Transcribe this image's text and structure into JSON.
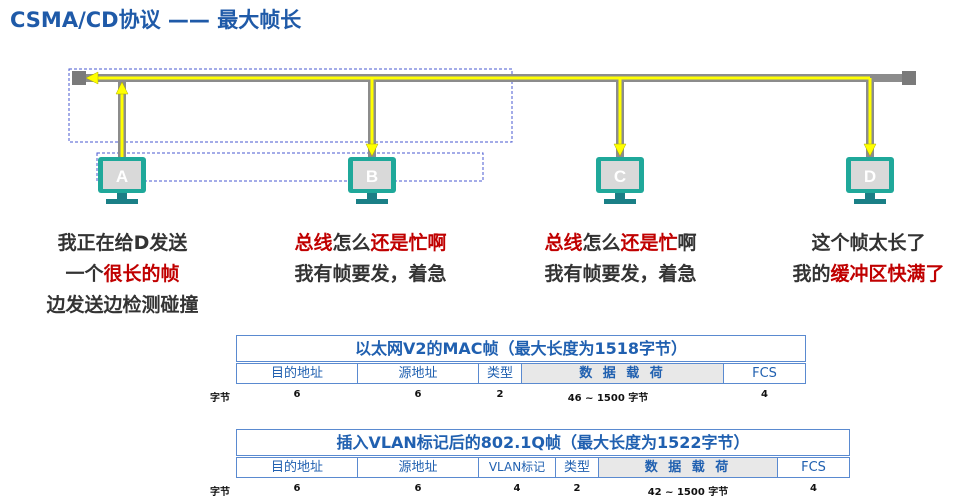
{
  "title": "CSMA/CD协议 —— 最大帧长",
  "stations": [
    {
      "label": "A"
    },
    {
      "label": "B"
    },
    {
      "label": "C"
    },
    {
      "label": "D"
    }
  ],
  "captions": {
    "a": {
      "l1": "我正在给D发送",
      "l2a": "一个",
      "l2b": "很长的帧",
      "l3": "边发送边检测碰撞"
    },
    "b": {
      "l1a": "总线",
      "l1b": "怎么",
      "l1c": "还是忙啊",
      "l2": "我有帧要发，着急"
    },
    "c": {
      "l1a": "总线",
      "l1b": "怎么",
      "l1c": "还是忙",
      "l1d": "啊",
      "l2": "我有帧要发，着急"
    },
    "d": {
      "l1": "这个帧太长了",
      "l2a": "我的",
      "l2b": "缓冲区快满了"
    }
  },
  "frame1": {
    "title": "以太网V2的MAC帧（最大长度为1518字节）",
    "fields": [
      "目的地址",
      "源地址",
      "类型",
      "数 据 载 荷",
      "FCS"
    ],
    "bytes_label": "字节",
    "bytes": [
      "6",
      "6",
      "2",
      "46 ~ 1500 字节",
      "4"
    ]
  },
  "frame2": {
    "title": "插入VLAN标记后的802.1Q帧（最大长度为1522字节）",
    "fields": [
      "目的地址",
      "源地址",
      "VLAN标记",
      "类型",
      "数 据 载 荷",
      "FCS"
    ],
    "bytes_label": "字节",
    "bytes": [
      "6",
      "6",
      "4",
      "2",
      "42 ~ 1500 字节",
      "4"
    ]
  },
  "colors": {
    "title": "#1f5aa8",
    "bus": "#8c8c8c",
    "signal": "#ffff00",
    "monitor": "#1fa89a",
    "emphasis": "#c00000"
  }
}
